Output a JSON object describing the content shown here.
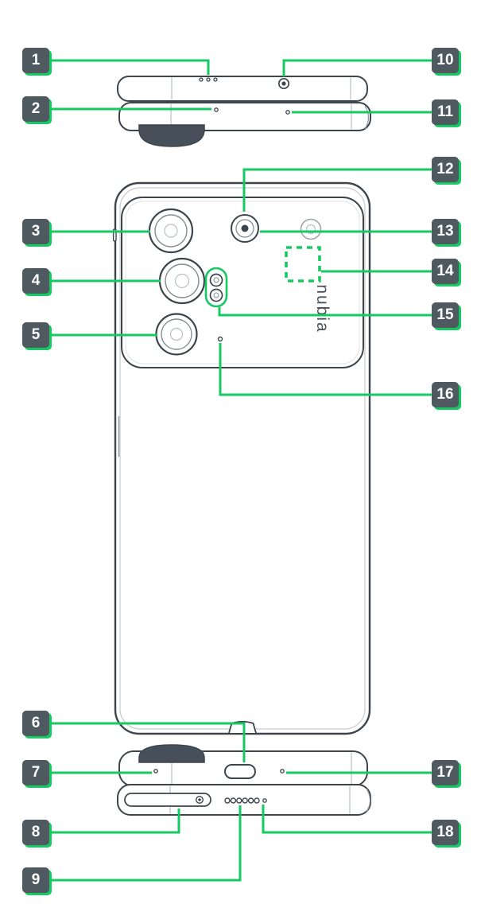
{
  "diagram": {
    "brand_label": "nubia",
    "accent_color": "#15CA63",
    "callout_box_color": "#4E5960",
    "callouts": [
      {
        "num": "1"
      },
      {
        "num": "2"
      },
      {
        "num": "3"
      },
      {
        "num": "4"
      },
      {
        "num": "5"
      },
      {
        "num": "6"
      },
      {
        "num": "7"
      },
      {
        "num": "8"
      },
      {
        "num": "9"
      },
      {
        "num": "10"
      },
      {
        "num": "11"
      },
      {
        "num": "12"
      },
      {
        "num": "13"
      },
      {
        "num": "14"
      },
      {
        "num": "15"
      },
      {
        "num": "16"
      },
      {
        "num": "17"
      },
      {
        "num": "18"
      }
    ]
  }
}
